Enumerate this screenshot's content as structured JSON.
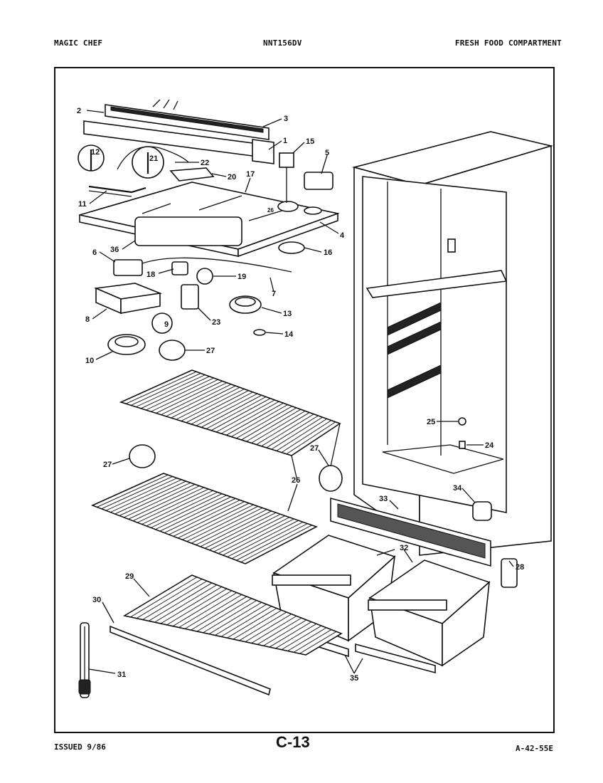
{
  "header": {
    "brand": "MAGIC CHEF",
    "model": "NNT156DV",
    "section": "FRESH FOOD COMPARTMENT"
  },
  "footer": {
    "issued": "ISSUED 9/86",
    "page": "C-13",
    "code": "A-42-55E"
  },
  "callouts": [
    {
      "id": "c1",
      "label": "1"
    },
    {
      "id": "c2",
      "label": "2"
    },
    {
      "id": "c3",
      "label": "3"
    },
    {
      "id": "c4",
      "label": "4"
    },
    {
      "id": "c5",
      "label": "5"
    },
    {
      "id": "c6",
      "label": "6"
    },
    {
      "id": "c7",
      "label": "7"
    },
    {
      "id": "c8",
      "label": "8"
    },
    {
      "id": "c9",
      "label": "9"
    },
    {
      "id": "c10",
      "label": "10"
    },
    {
      "id": "c11",
      "label": "11"
    },
    {
      "id": "c12",
      "label": "12"
    },
    {
      "id": "c13",
      "label": "13"
    },
    {
      "id": "c14",
      "label": "14"
    },
    {
      "id": "c15",
      "label": "15"
    },
    {
      "id": "c16",
      "label": "16"
    },
    {
      "id": "c17",
      "label": "17"
    },
    {
      "id": "c18",
      "label": "18"
    },
    {
      "id": "c19",
      "label": "19"
    },
    {
      "id": "c20",
      "label": "20"
    },
    {
      "id": "c21",
      "label": "21"
    },
    {
      "id": "c22",
      "label": "22"
    },
    {
      "id": "c23",
      "label": "23"
    },
    {
      "id": "c24",
      "label": "24"
    },
    {
      "id": "c25",
      "label": "25"
    },
    {
      "id": "c26",
      "label": "26"
    },
    {
      "id": "c26b",
      "label": "26"
    },
    {
      "id": "c27a",
      "label": "27"
    },
    {
      "id": "c27b",
      "label": "27"
    },
    {
      "id": "c27c",
      "label": "27"
    },
    {
      "id": "c28",
      "label": "28"
    },
    {
      "id": "c29",
      "label": "29"
    },
    {
      "id": "c30",
      "label": "30"
    },
    {
      "id": "c31",
      "label": "31"
    },
    {
      "id": "c32",
      "label": "32"
    },
    {
      "id": "c33",
      "label": "33"
    },
    {
      "id": "c34",
      "label": "34"
    },
    {
      "id": "c35",
      "label": "35"
    },
    {
      "id": "c36",
      "label": "36"
    }
  ]
}
